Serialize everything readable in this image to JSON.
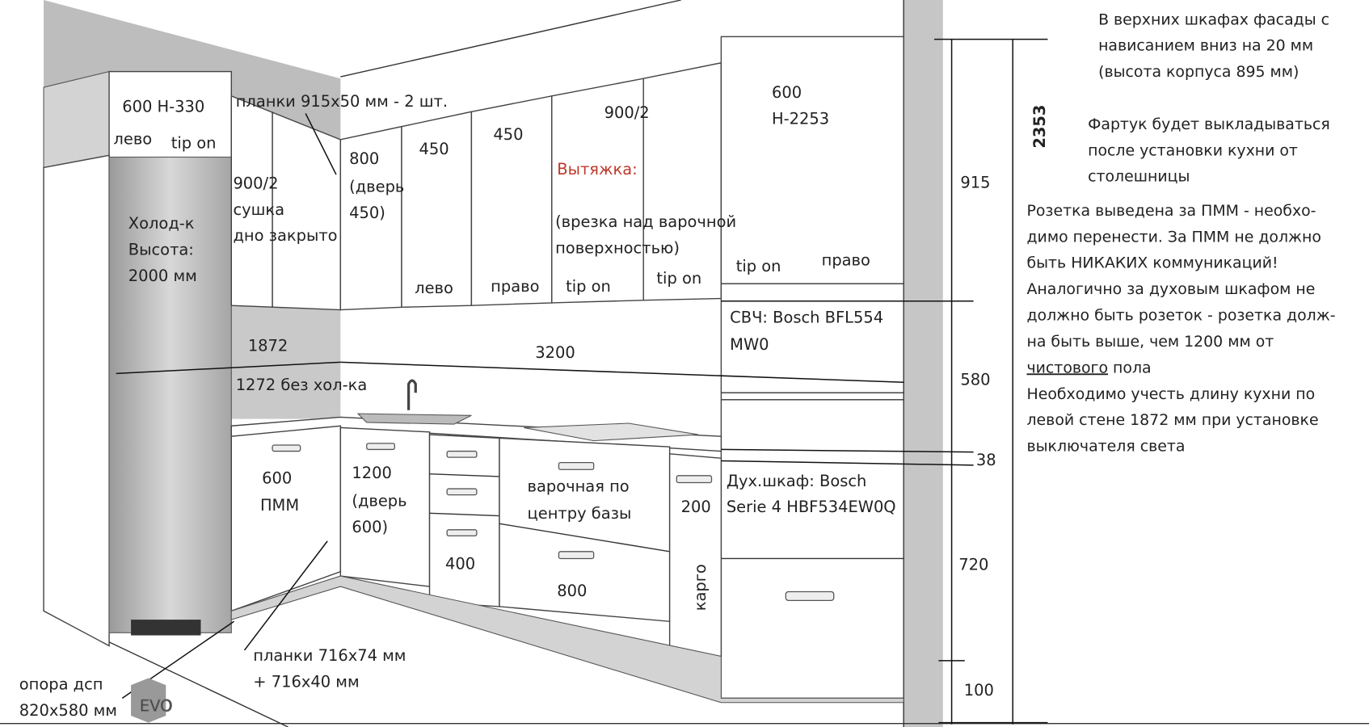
{
  "labels": {
    "top_left_cabinet": "600 Н-330",
    "top_left_side": "лево",
    "top_left_tipon": "tip on",
    "planks_top": "планки 915х50 мм - 2 шт.",
    "fridge_1": "Холод-к",
    "fridge_2": "Высота:",
    "fridge_3": "2000 мм",
    "dryer_1": "900/2",
    "dryer_2": "сушка",
    "dryer_3": "дно закрыто",
    "upper_800_1": "800",
    "upper_800_2": "(дверь",
    "upper_800_3": "450)",
    "upper_450a": "450",
    "upper_450b": "450",
    "upper_9002": "900/2",
    "hood": "Вытяжка:",
    "hood_note_1": "(врезка над варочной",
    "hood_note_2": "поверхностью)",
    "tall_1": "600",
    "tall_2": "Н-2253",
    "levo": "лево",
    "pravo": "право",
    "tipon_a": "tip on",
    "tipon_b": "tip on",
    "tipon_c": "tip on",
    "pravo_tall": "право",
    "microwave_1": "СВЧ: Bosch BFL554",
    "microwave_2": "MW0",
    "len_1872": "1872",
    "len_3200": "3200",
    "len_1272": "1272 без хол-ка",
    "pmm_1": "600",
    "pmm_2": "ПММ",
    "base_1200_1": "1200",
    "base_1200_2": "(дверь",
    "base_1200_3": "600)",
    "base_400": "400",
    "hob_1": "варочная по",
    "hob_2": "центру базы",
    "base_800": "800",
    "base_200": "200",
    "cargo": "карго",
    "oven_1": "Дух.шкаф: Bosch",
    "oven_2": "Serie 4 HBF534EW0Q",
    "planks_bottom_1": "планки 716х74 мм",
    "planks_bottom_2": "+ 716х40 мм",
    "support_1": "опора дсп",
    "support_2": "820х580 мм",
    "watermark": "EVO"
  },
  "dimensions": {
    "total": "2353",
    "upper": "915",
    "apron": "580",
    "countertop": "38",
    "base": "720",
    "plinth": "100"
  },
  "notes": {
    "n1": [
      "В верхних шкафах фасады с",
      "нависанием вниз на 20 мм",
      "(высота корпуса 895 мм)"
    ],
    "n2": [
      "Фартук будет выкладываться",
      "после установки кухни от",
      "столешницы"
    ],
    "n3": [
      "Розетка выведена за ПММ -  необхо-",
      "димо перенести. За ПММ не должно",
      "быть НИКАКИХ коммуникаций!",
      "Аналогично за духовым шкафом не",
      "должно быть розеток - розетка долж-",
      "на быть выше, чем 1200 мм от"
    ],
    "n3_underlined": "чистового",
    "n3_tail": " пола",
    "n4": [
      "Необходимо учесть длину кухни по",
      "левой стене 1872 мм при установке",
      "выключателя света"
    ]
  },
  "colors": {
    "accent_red": "#c0392b",
    "wall_gray": "#bdbdbd"
  }
}
